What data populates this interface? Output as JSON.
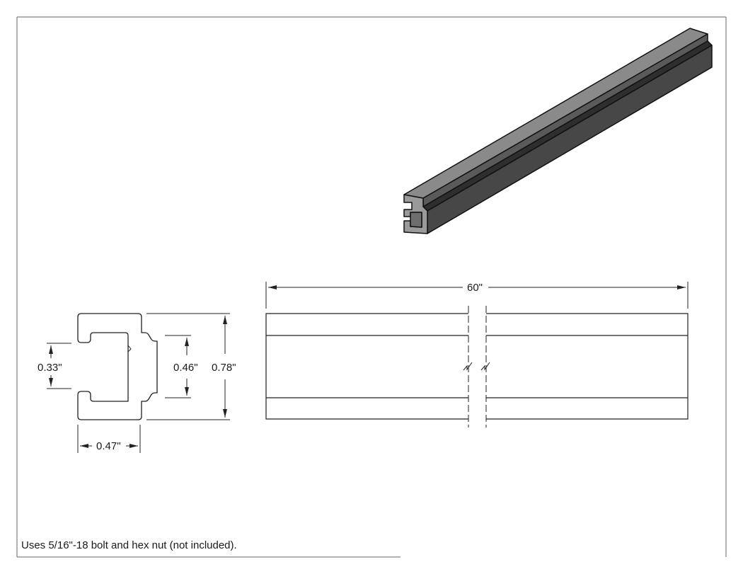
{
  "dimensions": {
    "length": "60\"",
    "height": "0.78\"",
    "slot_opening": "0.46\"",
    "channel_opening": "0.33\"",
    "width": "0.47\""
  },
  "note": "Uses 5/16\"-18 bolt and hex nut (not included).",
  "colors": {
    "line": "#222222",
    "extrusion_top": "#8a8a8a",
    "extrusion_front": "#4a4a4a",
    "extrusion_dark": "#2e2e2e",
    "extrusion_edge": "#111111"
  }
}
